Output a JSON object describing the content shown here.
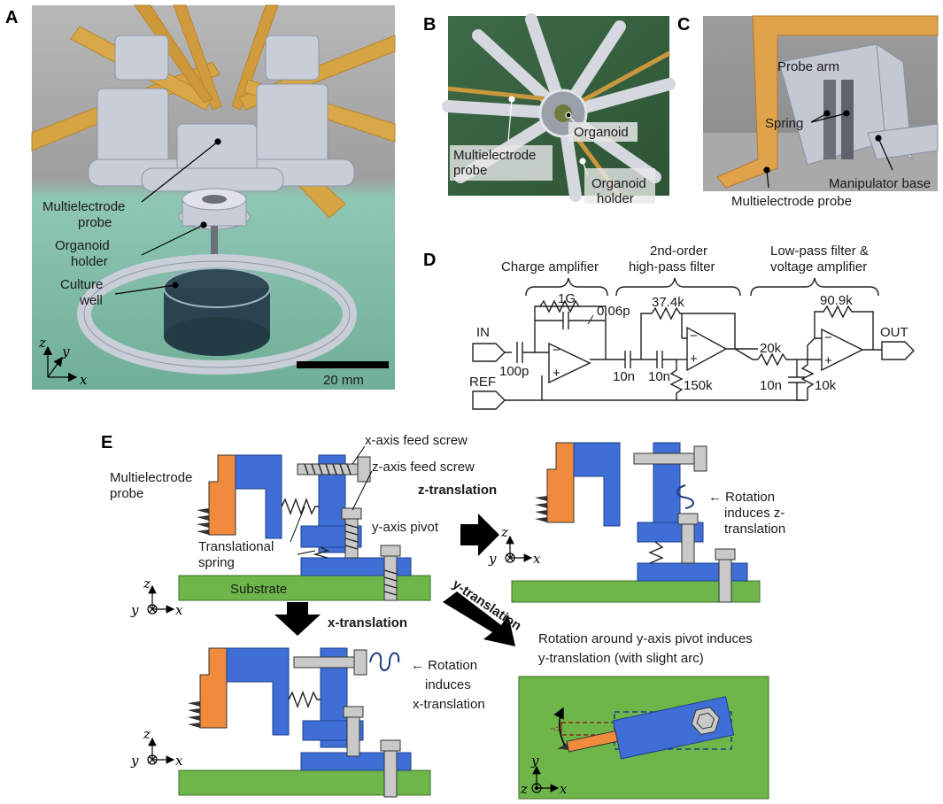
{
  "panels": {
    "a": {
      "letter": "A",
      "labels": [
        "Multielectrode",
        "probe",
        "Organoid",
        "holder",
        "Culture",
        "well"
      ],
      "scale_bar": "20 mm",
      "axes": {
        "z": "z",
        "y": "y",
        "x": "x"
      }
    },
    "b": {
      "letter": "B",
      "labels": [
        "Multielectrode",
        "probe",
        "Organoid",
        "Organoid",
        "holder"
      ]
    },
    "c": {
      "letter": "C",
      "labels": [
        "Probe arm",
        "Spring",
        "Manipulator base",
        "Multielectrode probe"
      ]
    },
    "d": {
      "letter": "D",
      "sections": [
        "Charge amplifier",
        "2nd-order",
        "high-pass filter",
        "Low-pass filter &",
        "voltage amplifier"
      ],
      "ports": {
        "in": "IN",
        "ref": "REF",
        "out": "OUT"
      },
      "components": [
        "1G",
        "0.06p",
        "100p",
        "37.4k",
        "10n",
        "10n",
        "150k",
        "20k",
        "10n",
        "10k",
        "90.9k"
      ],
      "opamp_signs": {
        "minus": "−",
        "plus": "+"
      }
    },
    "e": {
      "letter": "E",
      "labels": {
        "x_feed": "x-axis feed screw",
        "z_feed": "z-axis feed screw",
        "probe1": "Multielectrode",
        "probe2": "probe",
        "y_pivot": "y-axis pivot",
        "spring1": "Translational",
        "spring2": "spring",
        "substrate": "Substrate",
        "z_trans": "z-translation",
        "x_trans": "x-translation",
        "y_trans": "y-translation",
        "rot_z1": "← Rotation",
        "rot_z2": "induces z-",
        "rot_z3": "translation",
        "rot_x1": "← Rotation",
        "rot_x2": "induces",
        "rot_x3": "x-translation",
        "rot_y1": "Rotation around y-axis pivot induces",
        "rot_y2": "y-translation (with slight arc)"
      },
      "axes": {
        "z": "z",
        "y": "y",
        "x": "x"
      }
    }
  },
  "colors": {
    "probe_orange": "#f08a3c",
    "manipulator_blue": "#3f6fd6",
    "substrate_green": "#6fb64a",
    "screw_gray": "#c9c9c9",
    "render_background": "#8fb9a8"
  }
}
